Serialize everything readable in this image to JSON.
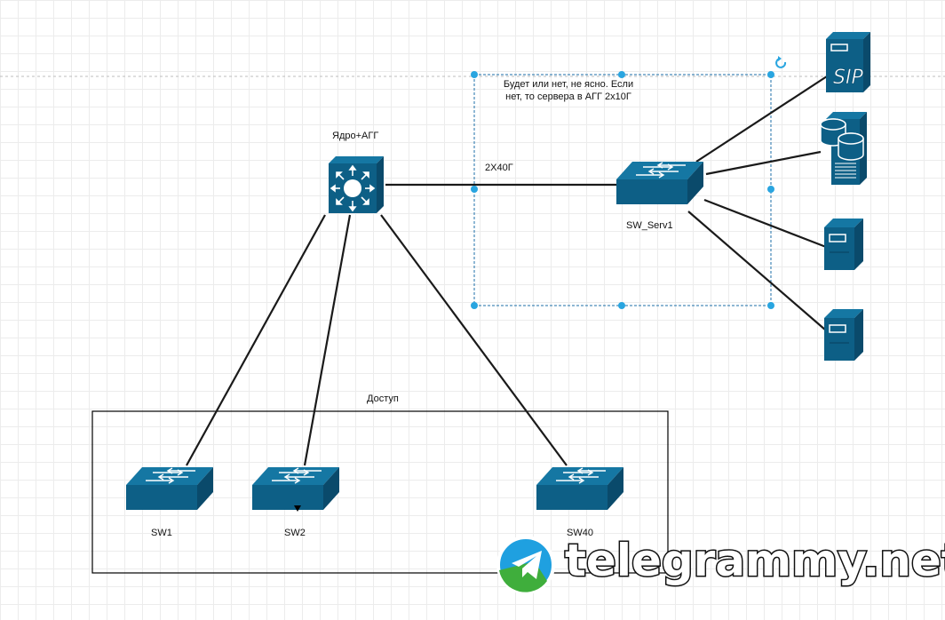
{
  "diagram": {
    "core_label": "Ядро+АГГ",
    "uplink_label": "2Х40Г",
    "server_switch_label": "SW_Serv1",
    "note_text_line1": "Будет или нет, не ясно. Если",
    "note_text_line2": "нет, то сервера в АГГ 2х10Г",
    "access_group_label": "Доступ",
    "access_switches": [
      "SW1",
      "SW2",
      "SW40"
    ],
    "servers": [
      "sip-server-icon",
      "database-server-icon",
      "server-icon",
      "server-icon"
    ]
  },
  "watermark": {
    "text": "telegrammy.net",
    "icon": "telegram-logo-icon"
  },
  "colors": {
    "device": "#0d5f86",
    "device_dark": "#0a4a6b",
    "link": "#1a1a1a",
    "selection": "#29a5e0"
  }
}
